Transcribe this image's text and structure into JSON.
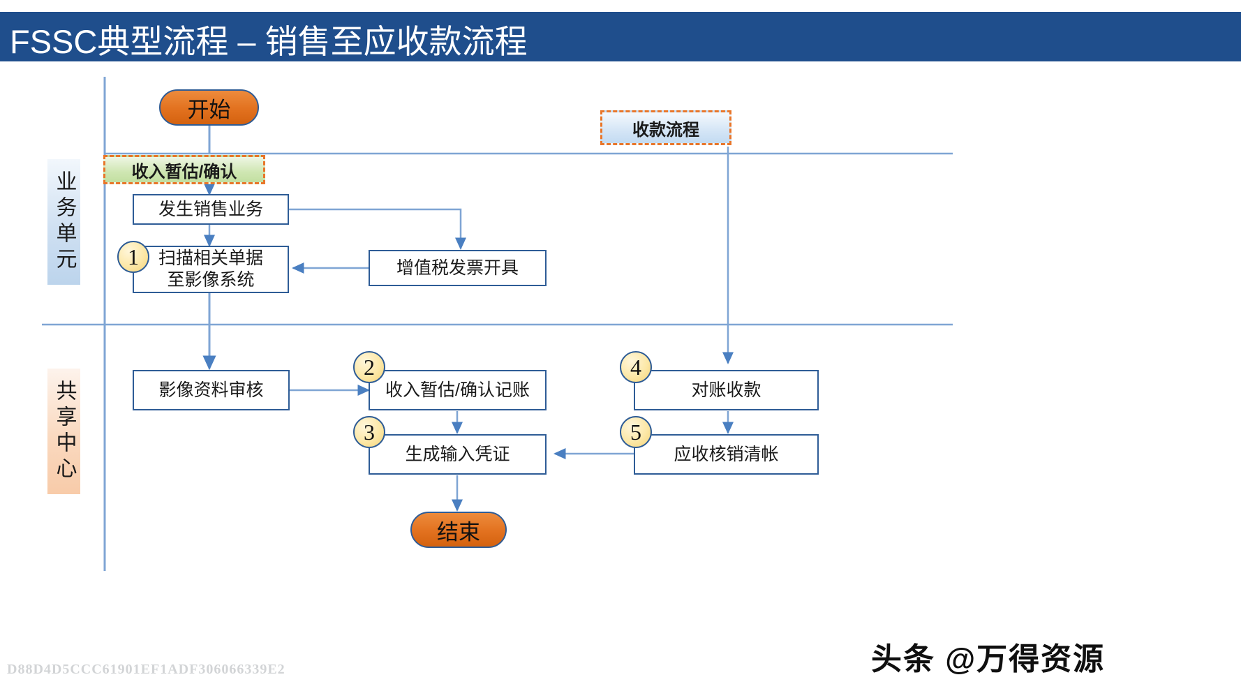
{
  "title": "FSSC典型流程 – 销售至应收款流程",
  "lanes": [
    {
      "id": "business-unit",
      "label": "业务单元"
    },
    {
      "id": "shared-center",
      "label": "共享中心"
    }
  ],
  "callouts": [
    {
      "id": "revenue-accrual",
      "label": "收入暂估/确认"
    },
    {
      "id": "collection-process",
      "label": "收款流程"
    }
  ],
  "terminators": [
    {
      "id": "start",
      "label": "开始"
    },
    {
      "id": "end",
      "label": "结束"
    }
  ],
  "nodes": [
    {
      "id": "sales-occurred",
      "label": "发生销售业务"
    },
    {
      "id": "scan-documents",
      "label": "扫描相关单据至影像系统",
      "line1": "扫描相关单据",
      "line2": "至影像系统",
      "badge": "1"
    },
    {
      "id": "vat-invoice",
      "label": "增值税发票开具"
    },
    {
      "id": "image-review",
      "label": "影像资料审核"
    },
    {
      "id": "revenue-posting",
      "label": "收入暂估/确认记账",
      "badge": "2"
    },
    {
      "id": "generate-voucher",
      "label": "生成输入凭证",
      "badge": "3"
    },
    {
      "id": "reconcile-receipt",
      "label": "对账收款",
      "badge": "4"
    },
    {
      "id": "ar-clearing",
      "label": "应收核销清帐",
      "badge": "5"
    }
  ],
  "watermarks": {
    "hash": "D88D4D5CCC61901EF1ADF306066339E2",
    "brand": "头条 @万得资源"
  },
  "colors": {
    "title_bar": "#1F4E8C",
    "box_border": "#2E5C96",
    "connector": "#7FA5D4",
    "callout_border": "#E8762A",
    "terminator": "#E2711F",
    "badge": "#FCE8A8",
    "lane_business": "#BCD4EC",
    "lane_shared": "#F8CBA9"
  }
}
